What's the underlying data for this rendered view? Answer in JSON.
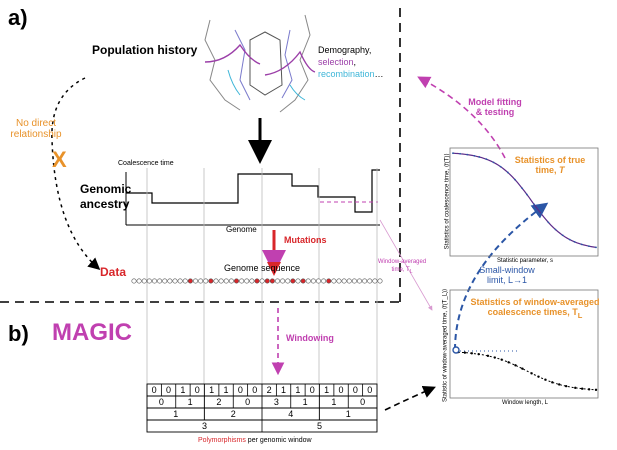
{
  "panels": {
    "a_label": "a)",
    "b_label": "b)",
    "magic_label": "MAGIC"
  },
  "population": {
    "title": "Population history",
    "legend_line1": "Demography,",
    "legend_selection": "selection",
    "legend_comma": ",",
    "legend_recombination": "recombination",
    "legend_ellipsis": "…"
  },
  "left": {
    "no_direct_line1": "No direct",
    "no_direct_line2": "relationship",
    "cross_mark": "X",
    "genomic_line1": "Genomic",
    "genomic_line2": "ancestry",
    "data_label": "Data"
  },
  "genealogy": {
    "coalescence_time": "Coalescence time",
    "genome": "Genome",
    "mutations": "Mutations",
    "genome_sequence": "Genome sequence",
    "window_averaged_line1": "Window-averaged",
    "window_averaged_line2": "time, T",
    "window_averaged_sub": "L",
    "windowing": "Windowing"
  },
  "polymorphisms": {
    "row1": [
      0,
      0,
      1,
      0,
      1,
      1,
      0,
      0,
      2,
      1,
      1,
      0,
      1,
      0,
      0,
      0
    ],
    "row2": [
      0,
      1,
      2,
      0,
      3,
      1,
      1,
      0
    ],
    "row3": [
      1,
      2,
      4,
      1
    ],
    "row4": [
      3,
      5
    ],
    "caption_red": "Polymorphisms",
    "caption_rest": " per genomic window"
  },
  "right": {
    "model_fitting_line1": "Model fitting",
    "model_fitting_line2": "& testing",
    "stats_true_line1": "Statistics of true",
    "stats_true_line2": "time, ",
    "stats_true_T": "T",
    "small_window_line1": "Small-window",
    "small_window_line2": "limit, L→1",
    "stats_avg_line1": "Statistics of window-averaged",
    "stats_avg_line2": "coalescence times, T",
    "stats_avg_sub": "L",
    "top_chart": {
      "ylabel": "Statistics of coalescence time, ⟨f(T)⟩",
      "xlabel": "Statistic parameter, s"
    },
    "bottom_chart": {
      "ylabel": "Statistic of window-averaged time, ⟨f(T_L)⟩",
      "xlabel": "Window length, L"
    }
  },
  "colors": {
    "purple": "#9b3fa8",
    "magenta": "#c040b0",
    "cyan": "#3fb6d8",
    "orange": "#e8922a",
    "red": "#d8262a",
    "blue": "#2b56a6"
  }
}
